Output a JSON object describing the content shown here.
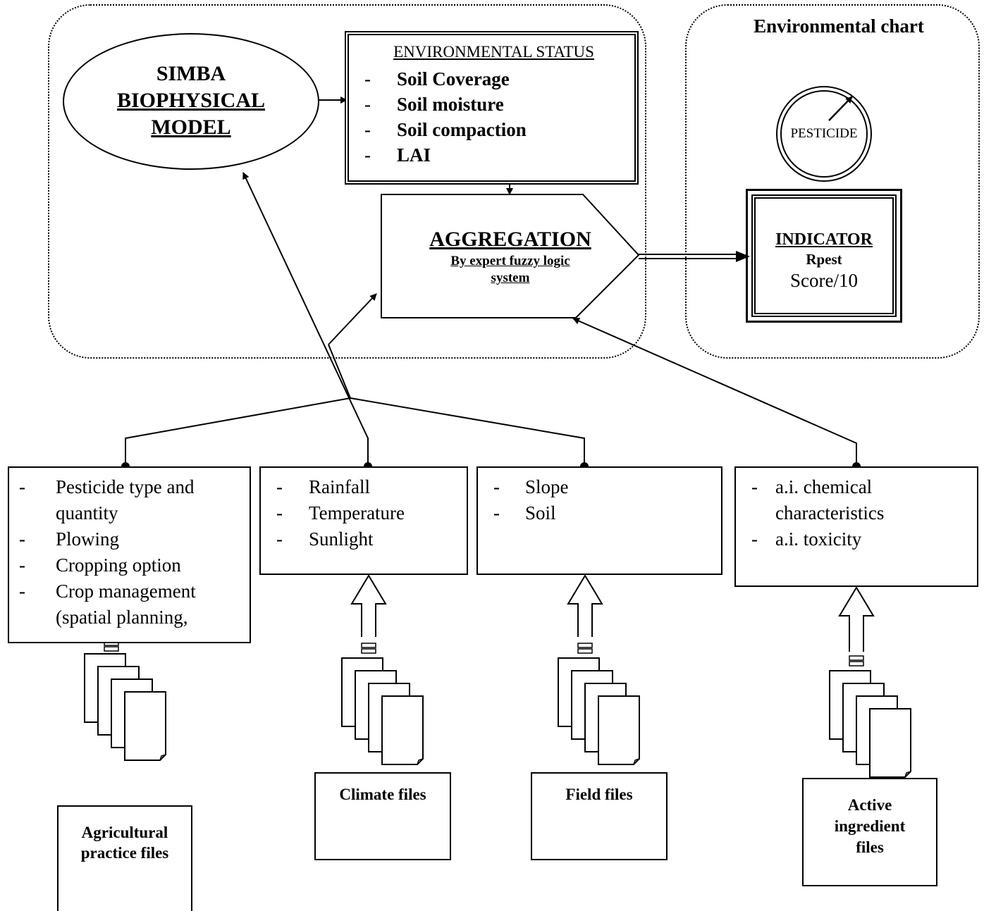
{
  "environmental_chart": {
    "title": "Environmental chart"
  },
  "simba": {
    "line1": "SIMBA",
    "line2": "BIOPHYSICAL",
    "line3": "MODEL"
  },
  "environmental_status": {
    "title": "ENVIRONMENTAL STATUS",
    "items": [
      "Soil Coverage",
      "Soil moisture",
      "Soil compaction",
      "LAI"
    ]
  },
  "aggregation": {
    "title": "AGGREGATION",
    "subtitle_line1": "By expert fuzzy logic",
    "subtitle_line2": "system"
  },
  "indicator": {
    "title": "INDICATOR",
    "name": "Rpest",
    "score": "Score/10"
  },
  "gauge": {
    "label": "PESTICIDE"
  },
  "inputs": {
    "agricultural": [
      "Pesticide type and quantity",
      "Plowing",
      "Cropping option",
      "Crop management (spatial planning,"
    ],
    "climate": [
      "Rainfall",
      "Temperature",
      "Sunlight"
    ],
    "field": [
      "Slope",
      "Soil"
    ],
    "active_ingredient": [
      "a.i. chemical characteristics",
      "a.i. toxicity"
    ]
  },
  "files": {
    "agricultural": "Agricultural practice files",
    "climate": "Climate files",
    "field": "Field files",
    "active_ingredient": "Active ingredient files"
  },
  "bullet_dash": "-"
}
